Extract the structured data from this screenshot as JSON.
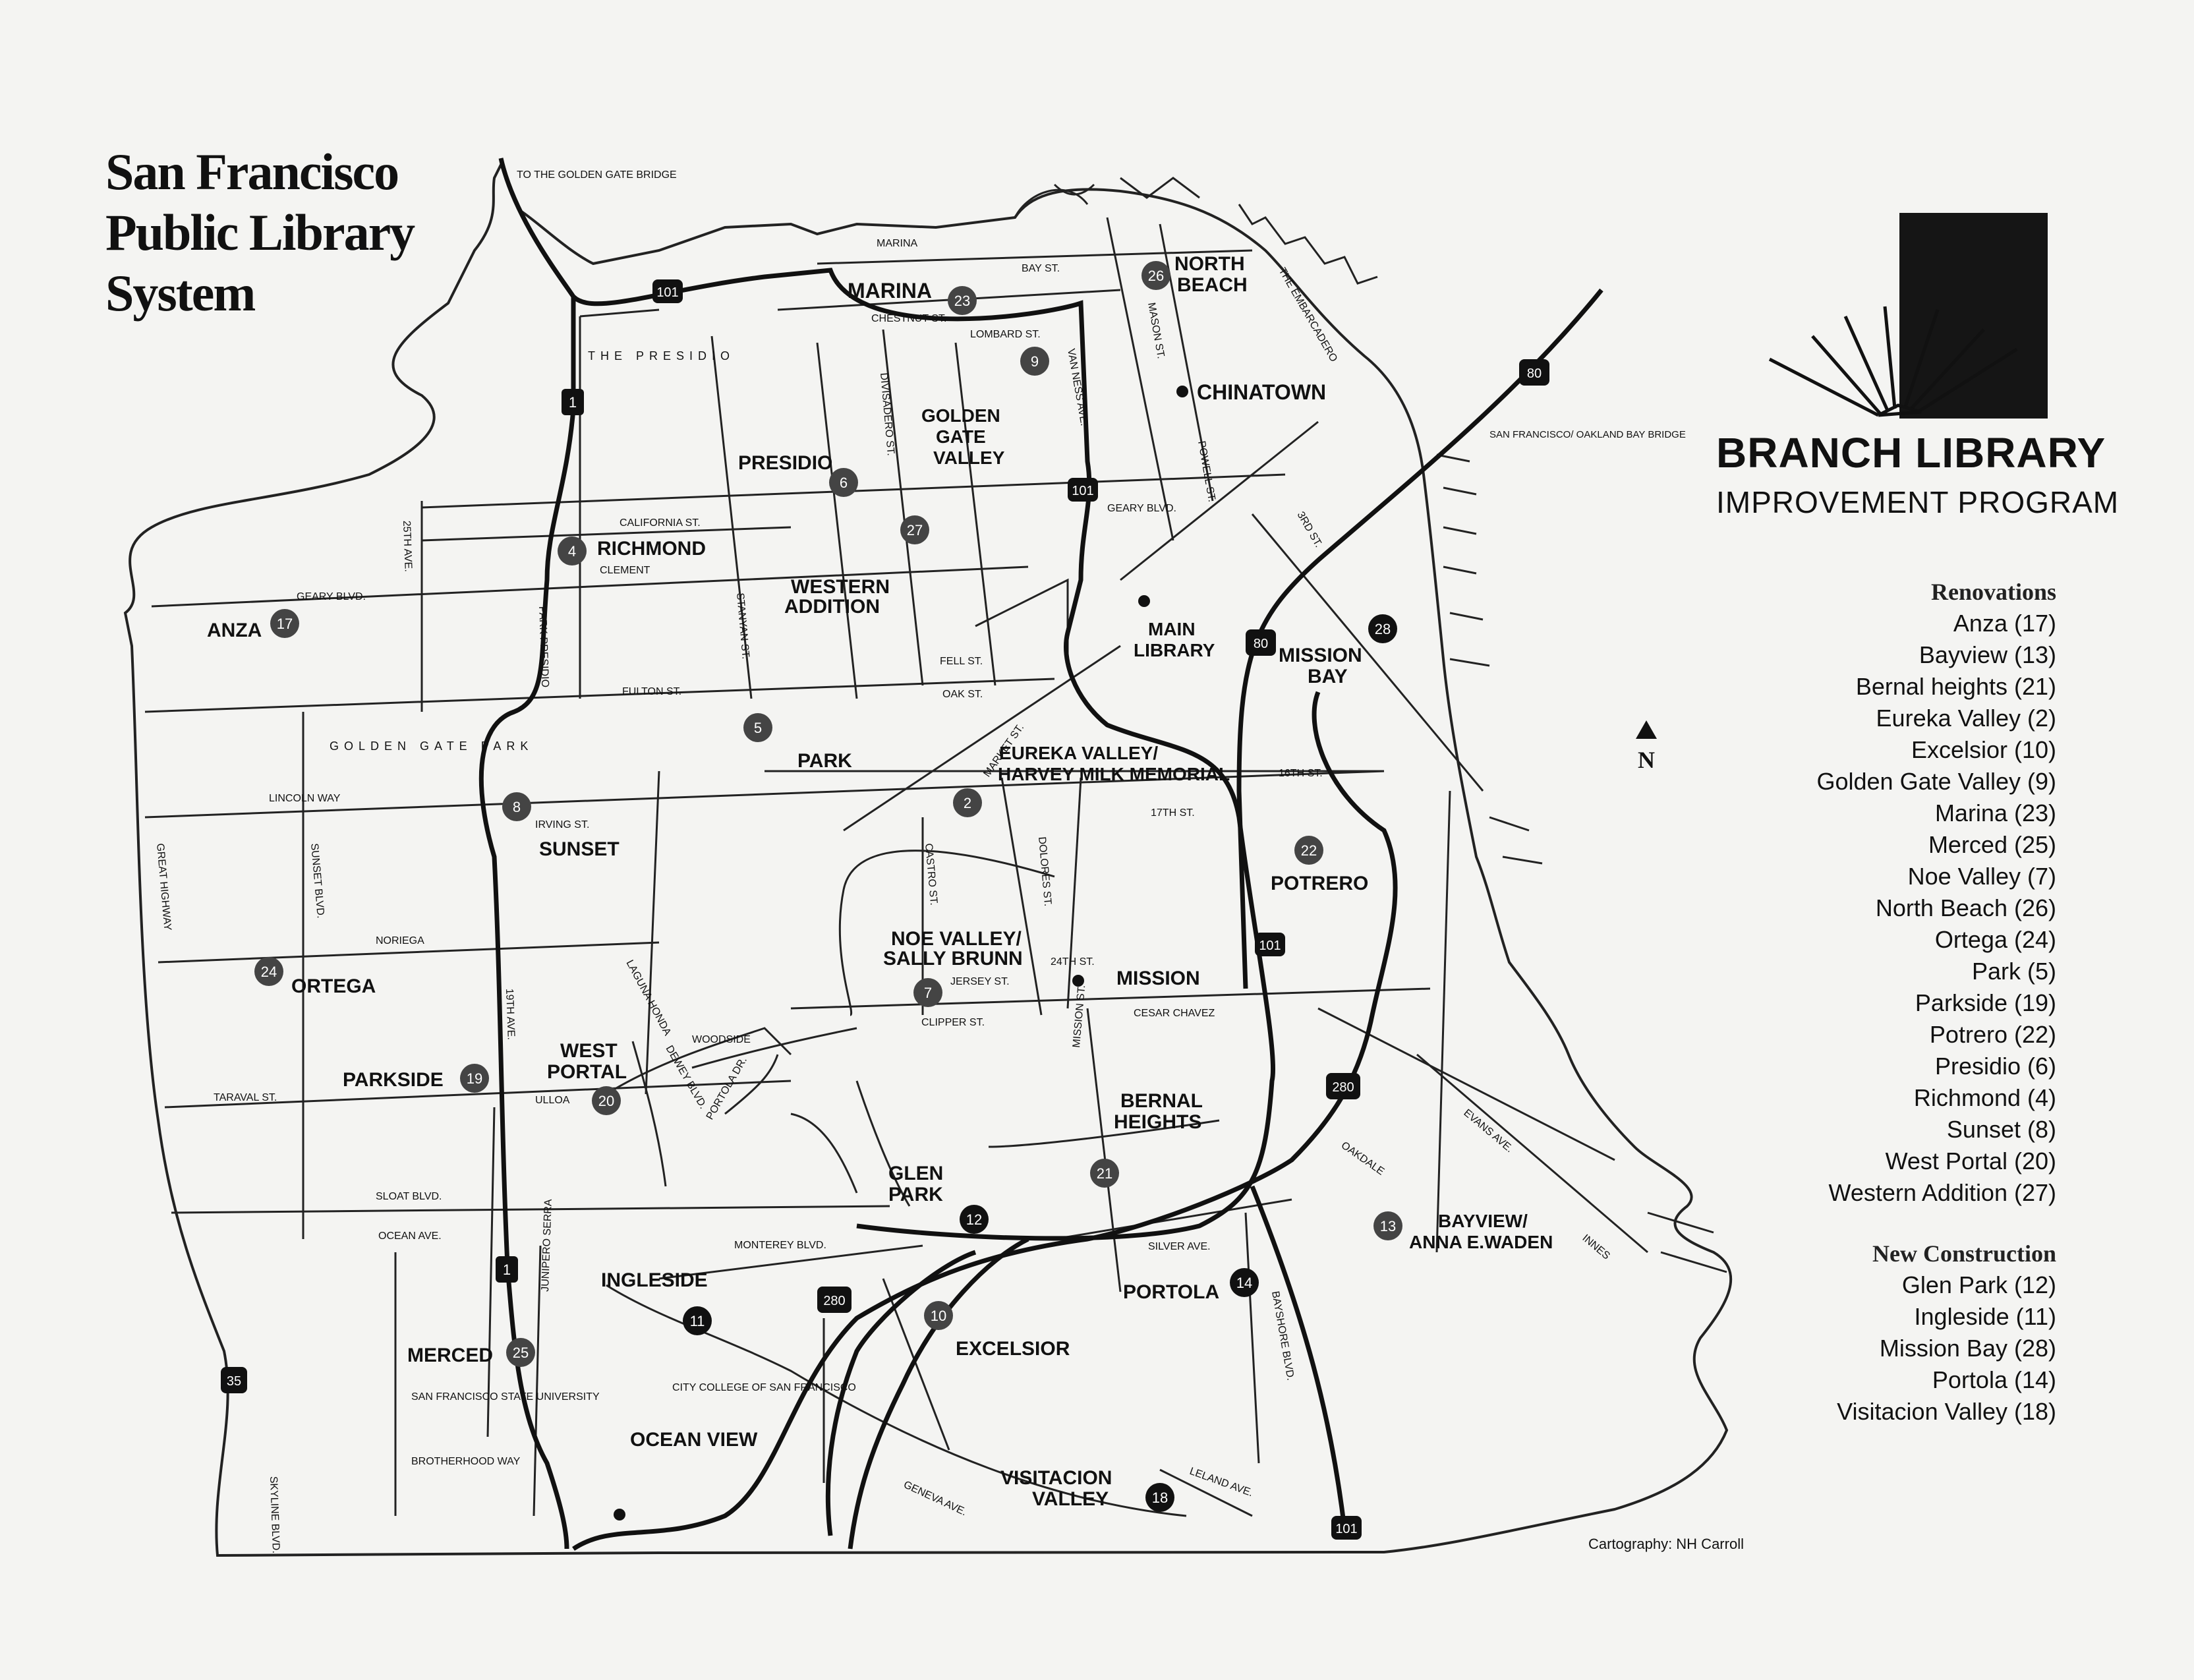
{
  "title": {
    "line1": "San Francisco",
    "line2": "Public Library",
    "line3": "System"
  },
  "brand": {
    "line1": "BRANCH LIBRARY",
    "line2": "IMPROVEMENT PROGRAM"
  },
  "renovations": {
    "header": "Renovations",
    "items": [
      "Anza (17)",
      "Bayview (13)",
      "Bernal heights (21)",
      "Eureka Valley (2)",
      "Excelsior (10)",
      "Golden Gate Valley (9)",
      "Marina (23)",
      "Merced (25)",
      "Noe Valley (7)",
      "North Beach (26)",
      "Ortega (24)",
      "Park (5)",
      "Parkside (19)",
      "Potrero (22)",
      "Presidio (6)",
      "Richmond (4)",
      "Sunset (8)",
      "West Portal (20)",
      "Western Addition (27)"
    ]
  },
  "new_construction": {
    "header": "New Construction",
    "items": [
      "Glen Park (12)",
      "Ingleside (11)",
      "Mission Bay (28)",
      "Portola (14)",
      "Visitacion Valley (18)"
    ]
  },
  "north_label": "N",
  "credit": "Cartography: NH Carroll",
  "map": {
    "branches": [
      {
        "n": "2",
        "name": "EUREKA VALLEY/ HARVEY MILK MEMORIAL"
      },
      {
        "n": "4",
        "name": "RICHMOND"
      },
      {
        "n": "5",
        "name": "PARK"
      },
      {
        "n": "6",
        "name": "PRESIDIO"
      },
      {
        "n": "7",
        "name": "NOE VALLEY/ SALLY BRUNN"
      },
      {
        "n": "8",
        "name": "SUNSET"
      },
      {
        "n": "9",
        "name": "GOLDEN GATE VALLEY"
      },
      {
        "n": "10",
        "name": "EXCELSIOR"
      },
      {
        "n": "11",
        "name": "INGLESIDE"
      },
      {
        "n": "12",
        "name": "GLEN PARK"
      },
      {
        "n": "13",
        "name": "BAYVIEW/ ANNA E. WADEN"
      },
      {
        "n": "14",
        "name": "PORTOLA"
      },
      {
        "n": "17",
        "name": "ANZA"
      },
      {
        "n": "18",
        "name": "VISITACION VALLEY"
      },
      {
        "n": "19",
        "name": "PARKSIDE"
      },
      {
        "n": "20",
        "name": "WEST PORTAL"
      },
      {
        "n": "21",
        "name": "BERNAL HEIGHTS"
      },
      {
        "n": "22",
        "name": "POTRERO"
      },
      {
        "n": "23",
        "name": "MARINA"
      },
      {
        "n": "24",
        "name": "ORTEGA"
      },
      {
        "n": "25",
        "name": "MERCED"
      },
      {
        "n": "26",
        "name": "NORTH BEACH"
      },
      {
        "n": "27",
        "name": "WESTERN ADDITION"
      },
      {
        "n": "28",
        "name": "MISSION BAY"
      }
    ],
    "other_places": [
      "MAIN LIBRARY",
      "CHINATOWN",
      "MISSION",
      "OCEAN VIEW",
      "THE PRESIDIO",
      "GOLDEN GATE PARK",
      "CITY COLLEGE OF SAN FRANCISCO",
      "SAN FRANCISCO STATE UNIVERSITY"
    ],
    "highways": [
      "101",
      "1",
      "80",
      "280",
      "35"
    ],
    "streets": [
      "MARINA",
      "BAY ST.",
      "CHESTNUT ST.",
      "LOMBARD ST.",
      "CALIFORNIA ST.",
      "GEARY BLVD.",
      "CLEMENT",
      "FULTON ST.",
      "FELL ST.",
      "OAK ST.",
      "LINCOLN WAY",
      "IRVING ST.",
      "NORIEGA",
      "TARAVAL ST.",
      "SLOAT BLVD.",
      "OCEAN AVE.",
      "MONTEREY BLVD.",
      "SILVER AVE.",
      "GENEVA AVE.",
      "CESAR CHAVEZ",
      "16TH ST.",
      "17TH ST.",
      "24TH ST.",
      "JERSEY ST.",
      "CLIPPER ST.",
      "MARKET ST.",
      "THE EMBARCADERO",
      "3RD ST.",
      "OAKDALE",
      "EVANS AVE.",
      "INNES",
      "VAN NESS AVE.",
      "MASON ST.",
      "POWELL ST.",
      "DIVISADERO ST.",
      "STANYAN ST.",
      "GREAT HIGHWAY",
      "SUNSET BLVD.",
      "19TH AVE.",
      "PARK PRESIDIO",
      "25TH AVE.",
      "BROTHERHOOD WAY",
      "SKYLINE BLVD.",
      "JUNIPERO SERRA",
      "DEWEY BLVD.",
      "LAGUNA HONDA",
      "WOODSIDE",
      "PORTOLA DR.",
      "ULLOA",
      "DOLORES ST.",
      "MISSION ST.",
      "CASTRO ST.",
      "BAYSHORE BLVD.",
      "LELAND AVE."
    ],
    "callouts": [
      "TO THE GOLDEN GATE BRIDGE",
      "SAN FRANCISCO/ OAKLAND BAY BRIDGE"
    ]
  }
}
